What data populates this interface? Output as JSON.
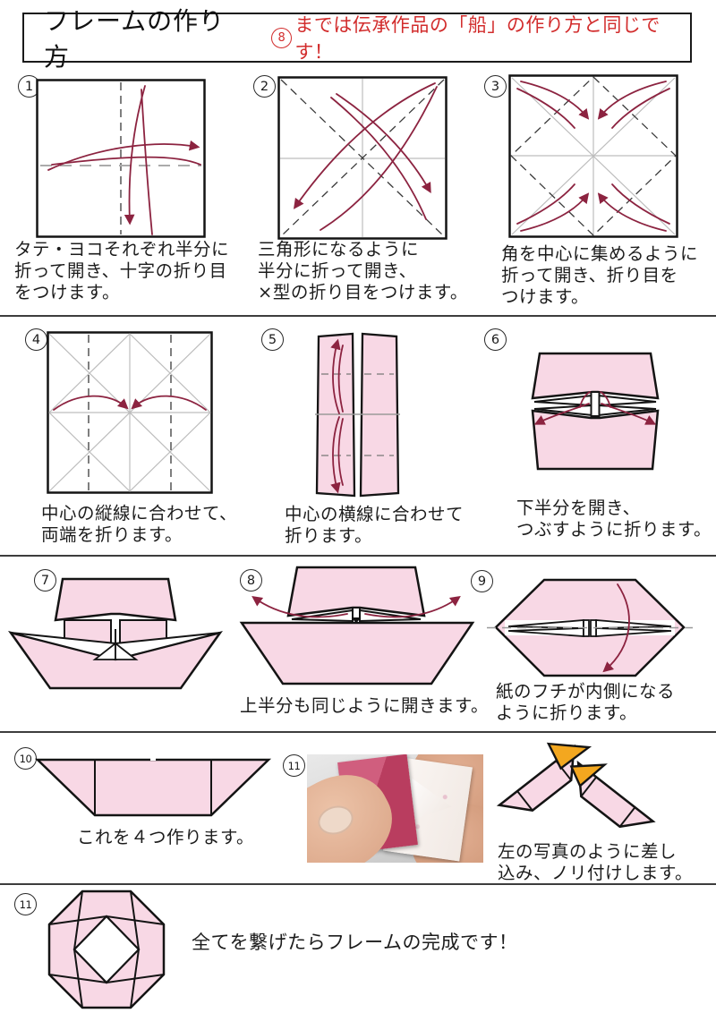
{
  "header": {
    "title": "フレームの作り方",
    "note_number": "8",
    "note_text": "までは伝承作品の「船」の作り方と同じです！"
  },
  "colors": {
    "paper_pink": "#f8d8e5",
    "arrow_maroon": "#8c2340",
    "accent_orange": "#f3a71f",
    "note_red": "#d22c2c"
  },
  "steps": {
    "s1": {
      "num": "1",
      "caption": "タテ・ヨコそれぞれ半分に\n折って開き、十字の折り目\nをつけます。"
    },
    "s2": {
      "num": "2",
      "caption": "三角形になるように\n半分に折って開き、\n×型の折り目をつけます。"
    },
    "s3": {
      "num": "3",
      "caption": "角を中心に集めるように\n折って開き、折り目を\nつけます。"
    },
    "s4": {
      "num": "4",
      "caption": "中心の縦線に合わせて、\n両端を折ります。"
    },
    "s5": {
      "num": "5",
      "caption": "中心の横線に合わせて\n折ります。"
    },
    "s6": {
      "num": "6",
      "caption": "下半分を開き、\nつぶすように折ります。"
    },
    "s7": {
      "num": "7",
      "caption": ""
    },
    "s8": {
      "num": "8",
      "caption": "上半分も同じように開きます。"
    },
    "s9": {
      "num": "9",
      "caption": "紙のフチが内側になる\nように折ります。"
    },
    "s10": {
      "num": "10",
      "caption": "これを４つ作ります。"
    },
    "s11": {
      "num": "11",
      "caption": "左の写真のように差し\n込み、ノリ付けします。"
    },
    "s12": {
      "num": "11",
      "caption": "全てを繋げたらフレームの完成です！"
    }
  }
}
